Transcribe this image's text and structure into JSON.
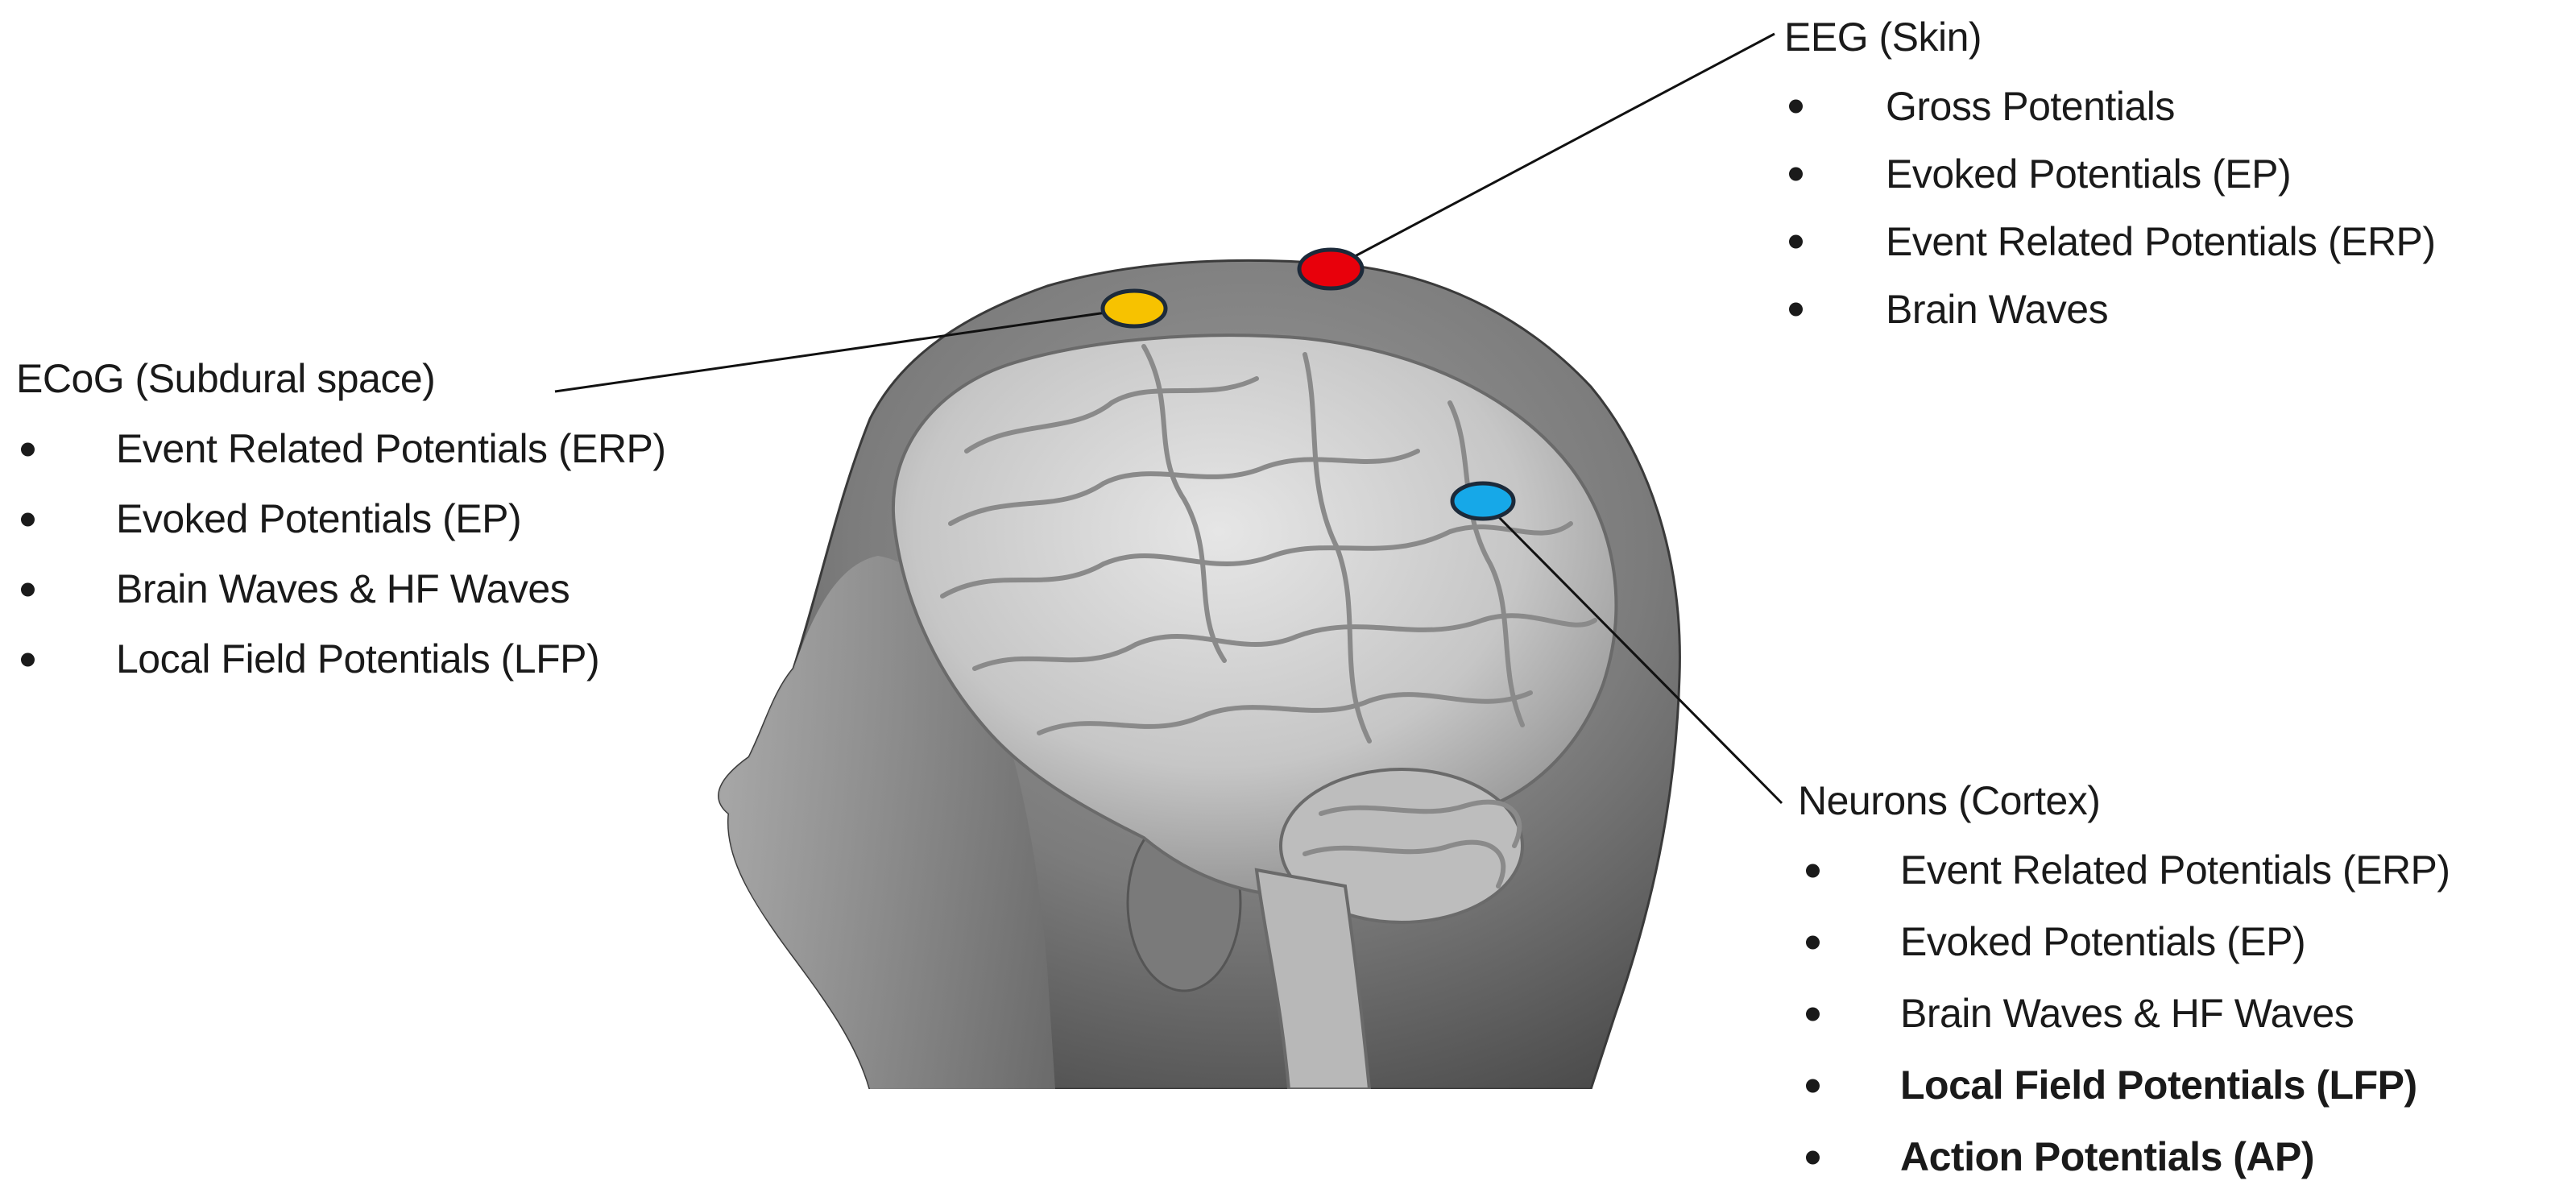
{
  "eeg": {
    "heading": "EEG (Skin)",
    "items": [
      "Gross Potentials",
      "Evoked Potentials (EP)",
      "Event Related Potentials (ERP)",
      "Brain Waves"
    ]
  },
  "ecog": {
    "heading": "ECoG (Subdural space)",
    "items": [
      "Event Related Potentials (ERP)",
      "Evoked Potentials (EP)",
      "Brain Waves & HF Waves",
      "Local Field Potentials (LFP)"
    ]
  },
  "neurons": {
    "heading": "Neurons (Cortex)",
    "items": [
      "Event Related Potentials (ERP)",
      "Evoked Potentials (EP)",
      "Brain Waves & HF Waves",
      "Local Field Potentials (LFP)",
      "Action Potentials (AP)"
    ]
  },
  "colors": {
    "eeg_marker": "#e8000b",
    "ecog_marker": "#f7c200",
    "neurons_marker": "#16a8e8",
    "marker_outline": "#1c2a3a",
    "leader_line": "#111111"
  },
  "icons": {
    "illustration": "head-with-brain-illustration"
  }
}
